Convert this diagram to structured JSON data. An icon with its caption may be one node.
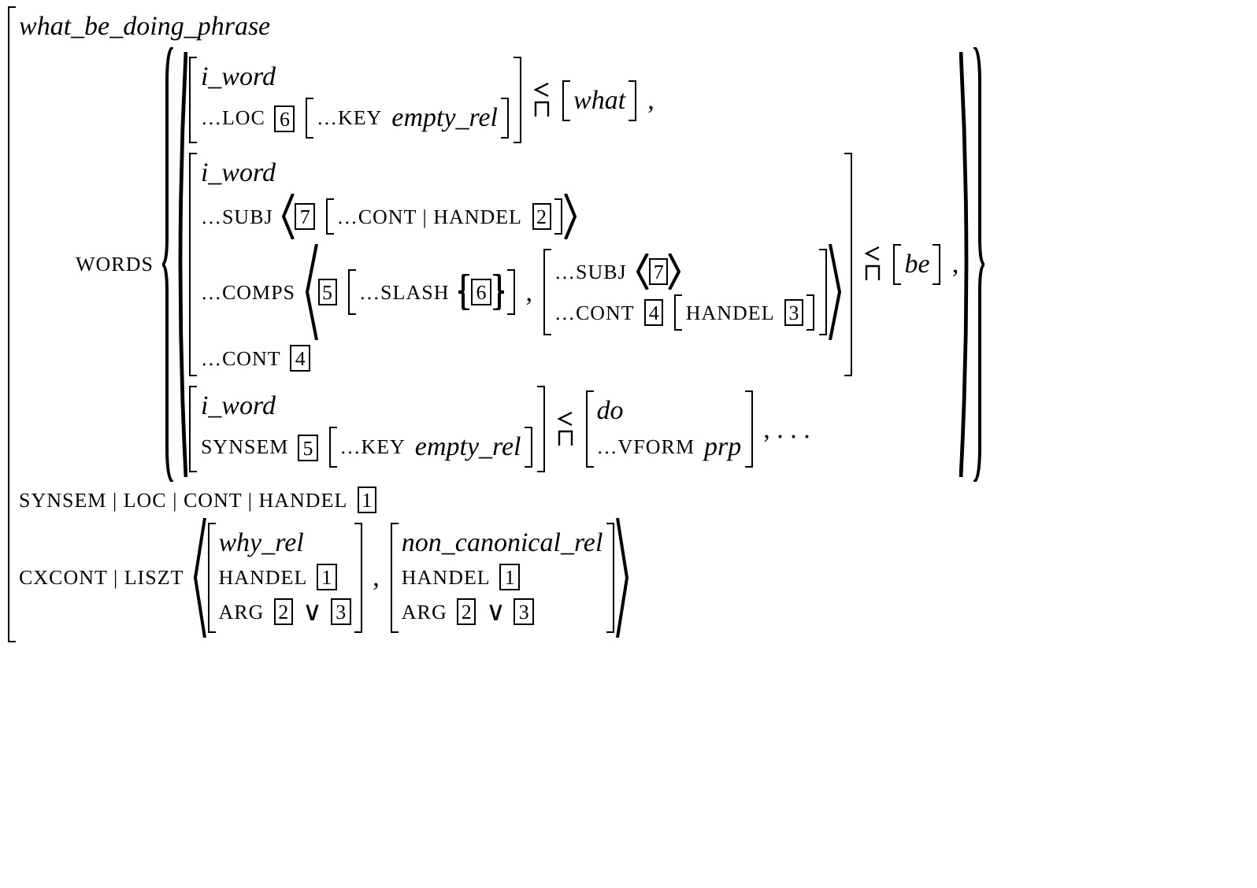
{
  "diagram": {
    "labels": [
      "what_be_doing_phrase",
      "WORDS",
      "i_word",
      "…LOC",
      "6",
      "…KEY",
      "empty_rel",
      "what",
      ",",
      "i_word",
      "…SUBJ",
      "7",
      "…CONT | HANDEL",
      "2",
      "…COMPS",
      "5",
      "…SLASH",
      "6",
      ",",
      "…SUBJ",
      "7",
      "…CONT",
      "4",
      "HANDEL",
      "3",
      "…CONT",
      "4",
      "be",
      ",",
      "i_word",
      "SYNSEM",
      "5",
      "…KEY",
      "empty_rel",
      "do",
      "…VFORM",
      "prp",
      ", . . .",
      "SYNSEM | LOC | CONT | HANDEL",
      "1",
      "CXCONT | LISZT",
      "why_rel",
      "HANDEL",
      "1",
      "ARG",
      "2",
      "∨",
      "3",
      ",",
      "non_canonical_rel",
      "HANDEL",
      "1",
      "ARG",
      "2",
      "∨",
      "3"
    ]
  }
}
